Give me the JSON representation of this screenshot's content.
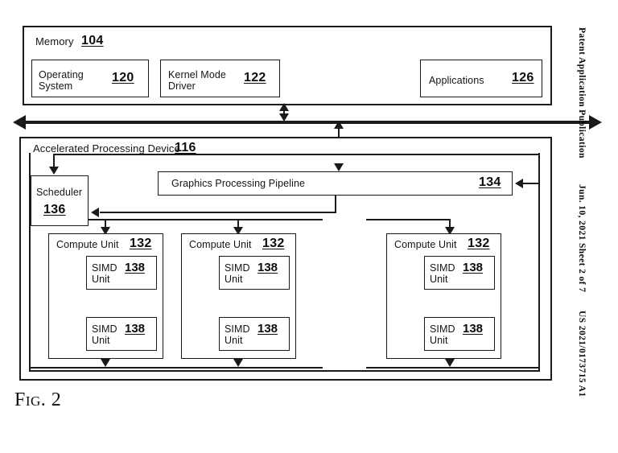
{
  "figure": {
    "caption": "Fig. 2"
  },
  "publication_header": {
    "publication": "Patent Application Publication",
    "date_sheet": "Jun. 10, 2021  Sheet 2 of 7",
    "patent_number": "US 2021/0173715 A1"
  },
  "memory": {
    "title": "Memory",
    "ref": "104",
    "components": [
      {
        "name": "operating-system",
        "label_line1": "Operating",
        "label_line2": "System",
        "ref": "120"
      },
      {
        "name": "kernel-mode-driver",
        "label_line1": "Kernel Mode",
        "label_line2": "Driver",
        "ref": "122"
      },
      {
        "name": "applications",
        "label_line1": "Applications",
        "label_line2": "",
        "ref": "126"
      }
    ]
  },
  "apd": {
    "title": "Accelerated Processing Device",
    "ref": "116",
    "scheduler": {
      "label": "Scheduler",
      "ref": "136"
    },
    "graphics_pipeline": {
      "label": "Graphics Processing Pipeline",
      "ref": "134"
    },
    "compute_units": [
      {
        "label": "Compute Unit",
        "ref": "132",
        "simd_units": [
          {
            "label_line1": "SIMD",
            "label_line2": "Unit",
            "ref": "138"
          },
          {
            "label_line1": "SIMD",
            "label_line2": "Unit",
            "ref": "138"
          }
        ]
      },
      {
        "label": "Compute Unit",
        "ref": "132",
        "simd_units": [
          {
            "label_line1": "SIMD",
            "label_line2": "Unit",
            "ref": "138"
          },
          {
            "label_line1": "SIMD",
            "label_line2": "Unit",
            "ref": "138"
          }
        ]
      },
      {
        "label": "Compute Unit",
        "ref": "132",
        "simd_units": [
          {
            "label_line1": "SIMD",
            "label_line2": "Unit",
            "ref": "138"
          },
          {
            "label_line1": "SIMD",
            "label_line2": "Unit",
            "ref": "138"
          }
        ]
      }
    ]
  },
  "colors": {
    "ink": "#1a1a1a",
    "paper": "#ffffff"
  }
}
